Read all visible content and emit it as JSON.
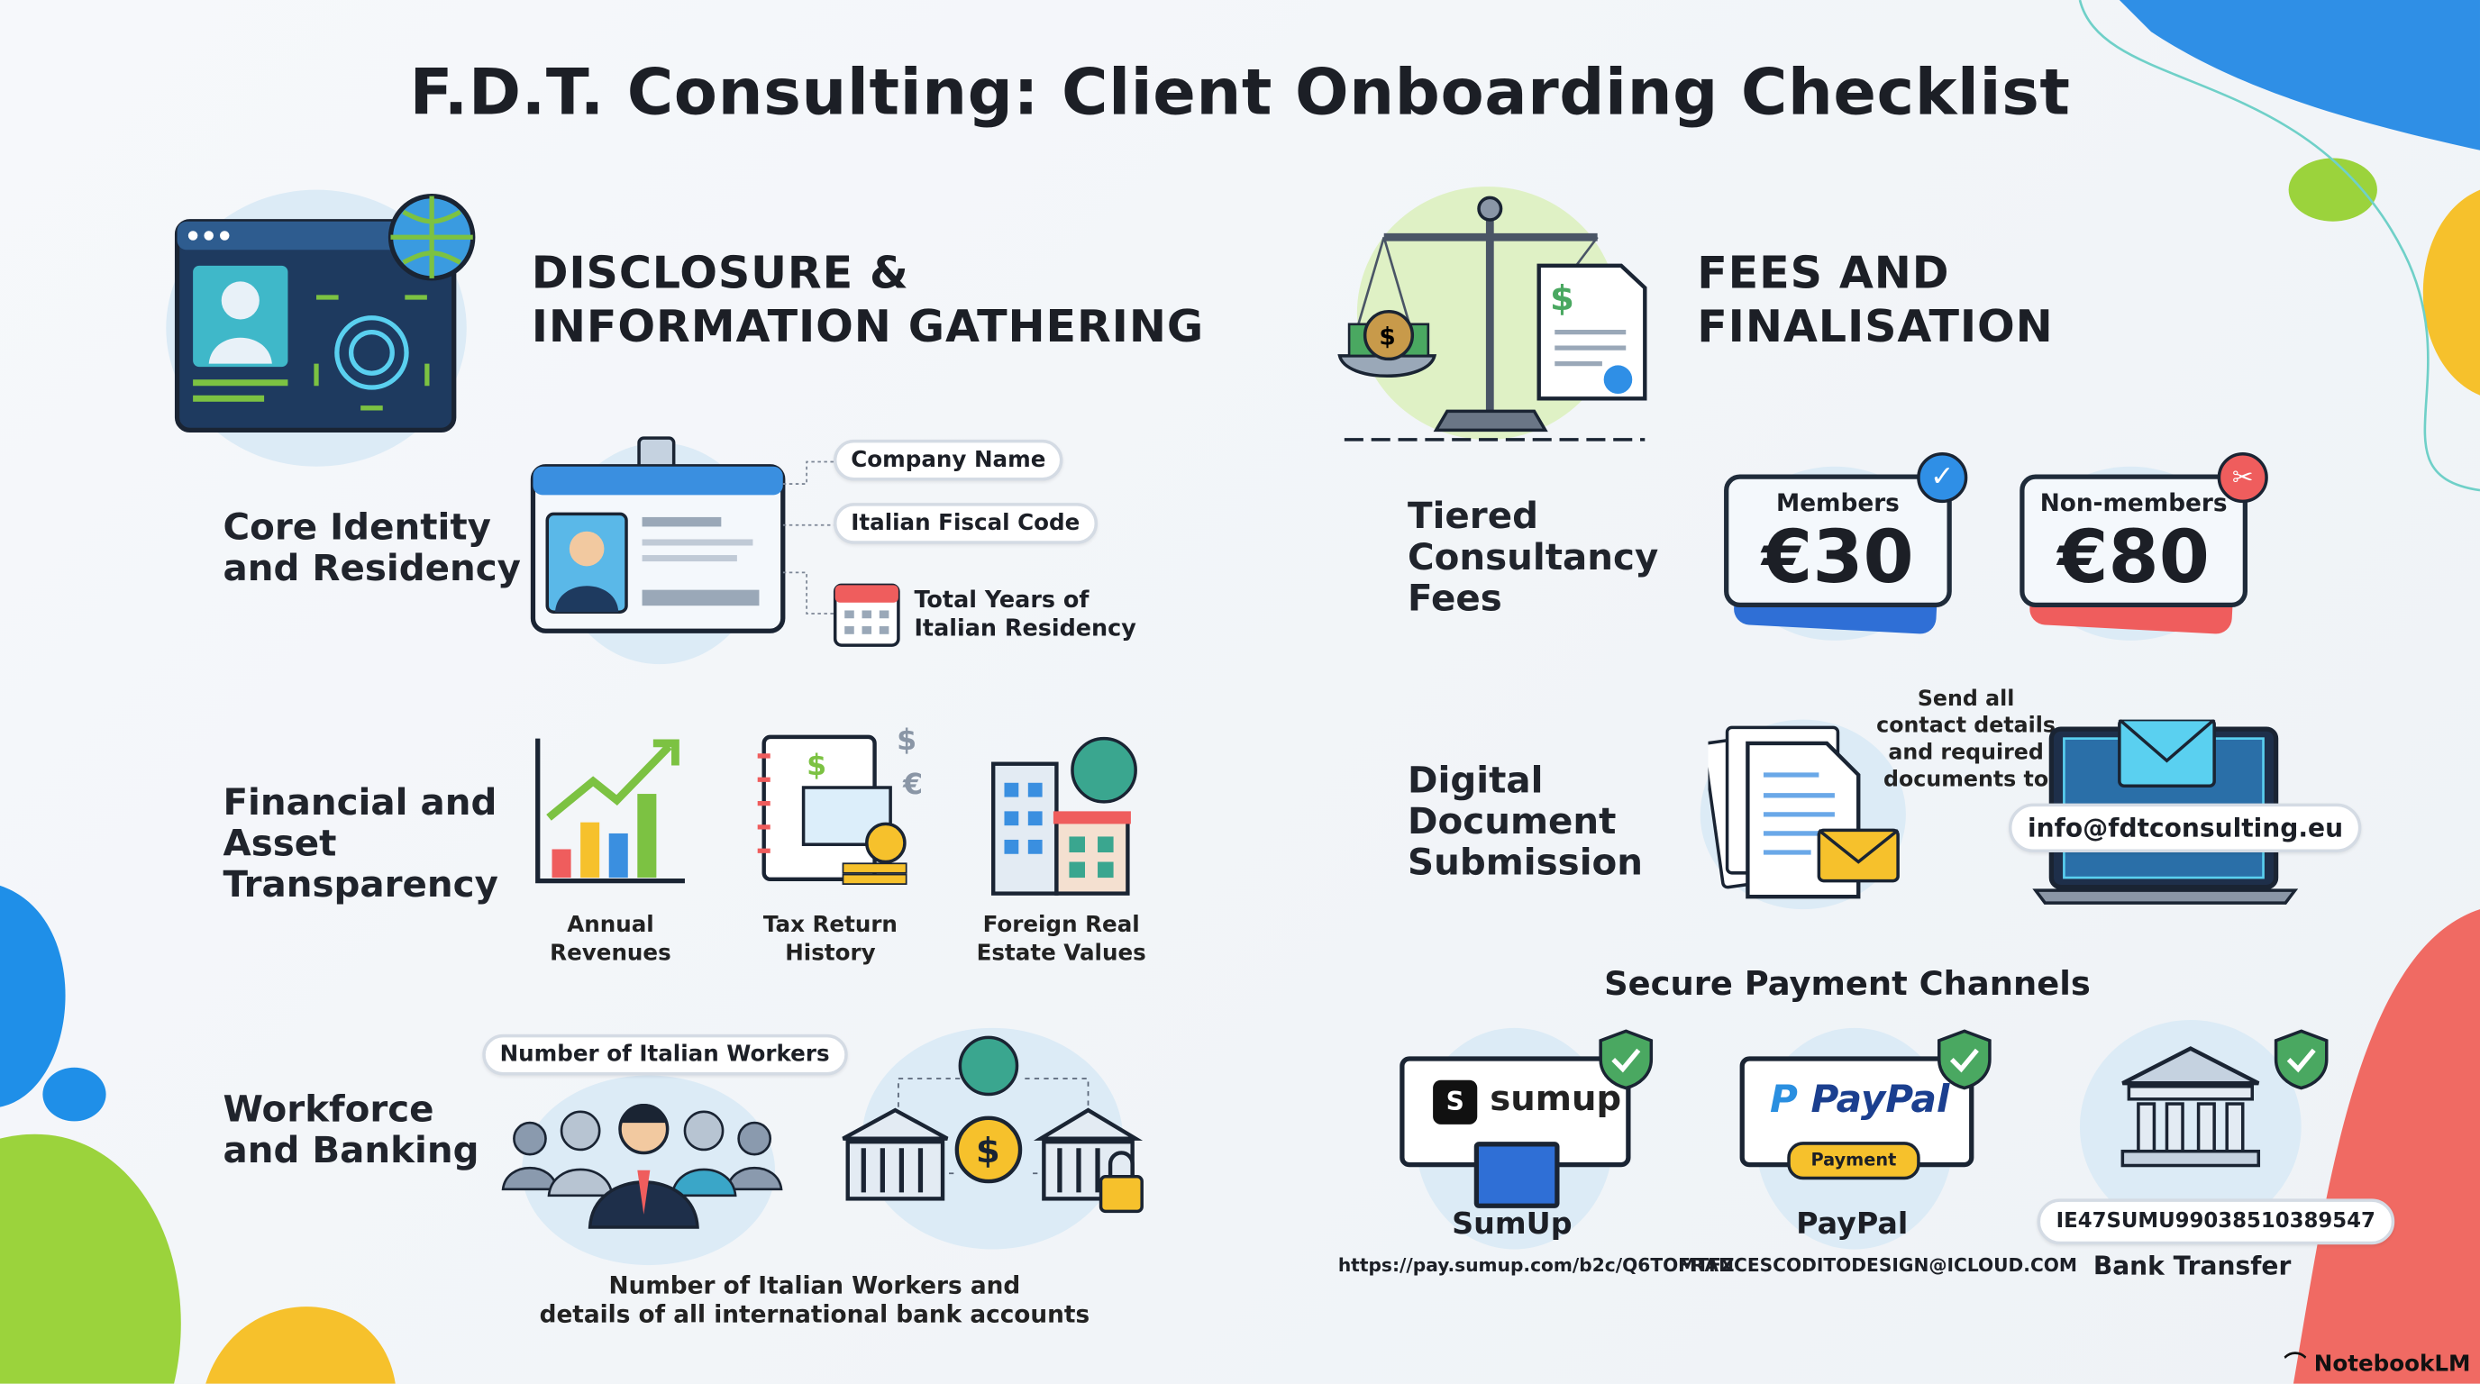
{
  "title": "F.D.T. Consulting: Client Onboarding Checklist",
  "left": {
    "header": [
      "DISCLOSURE &",
      "INFORMATION GATHERING"
    ],
    "core": {
      "label": [
        "Core Identity",
        "and Residency"
      ],
      "fields": [
        "Company Name",
        "Italian Fiscal Code"
      ],
      "residency": [
        "Total Years of",
        "Italian Residency"
      ]
    },
    "financial": {
      "label": [
        "Financial and",
        "Asset",
        "Transparency"
      ],
      "items": [
        [
          "Annual",
          "Revenues"
        ],
        [
          "Tax Return",
          "History"
        ],
        [
          "Foreign Real",
          "Estate Values"
        ]
      ]
    },
    "workforce": {
      "label": [
        "Workforce",
        "and Banking"
      ],
      "pill": "Number of Italian Workers",
      "caption": [
        "Number of Italian Workers and",
        "details of all international bank accounts"
      ]
    }
  },
  "right": {
    "header": [
      "FEES AND",
      "FINALISATION"
    ],
    "fees": {
      "label": [
        "Tiered",
        "Consultancy",
        "Fees"
      ],
      "tiers": [
        {
          "name": "Members",
          "price": "€30"
        },
        {
          "name": "Non-members",
          "price": "€80"
        }
      ]
    },
    "docs": {
      "label": [
        "Digital",
        "Document",
        "Submission"
      ],
      "note": [
        "Send all",
        "contact details",
        "and required",
        "documents to"
      ],
      "email": "info@fdtconsulting.eu"
    },
    "payments": {
      "title": "Secure Payment Channels",
      "sumup": {
        "logo": "sumup",
        "name": "SumUp",
        "detail": "https://pay.sumup.com/b2c/Q6TOMTFZ"
      },
      "paypal": {
        "logo": "PayPal",
        "button": "Payment",
        "name": "PayPal",
        "detail": "FRANCESCODITODESIGN@ICLOUD.COM"
      },
      "bank": {
        "iban": "IE47SUMU99038510389547",
        "name": "Bank Transfer"
      }
    }
  },
  "footer": {
    "brand": "NotebookLM"
  },
  "colors": {
    "blue": "#2f6fd6",
    "green": "#7cc242",
    "red": "#ef5d5d",
    "yellow": "#f6c12c"
  }
}
